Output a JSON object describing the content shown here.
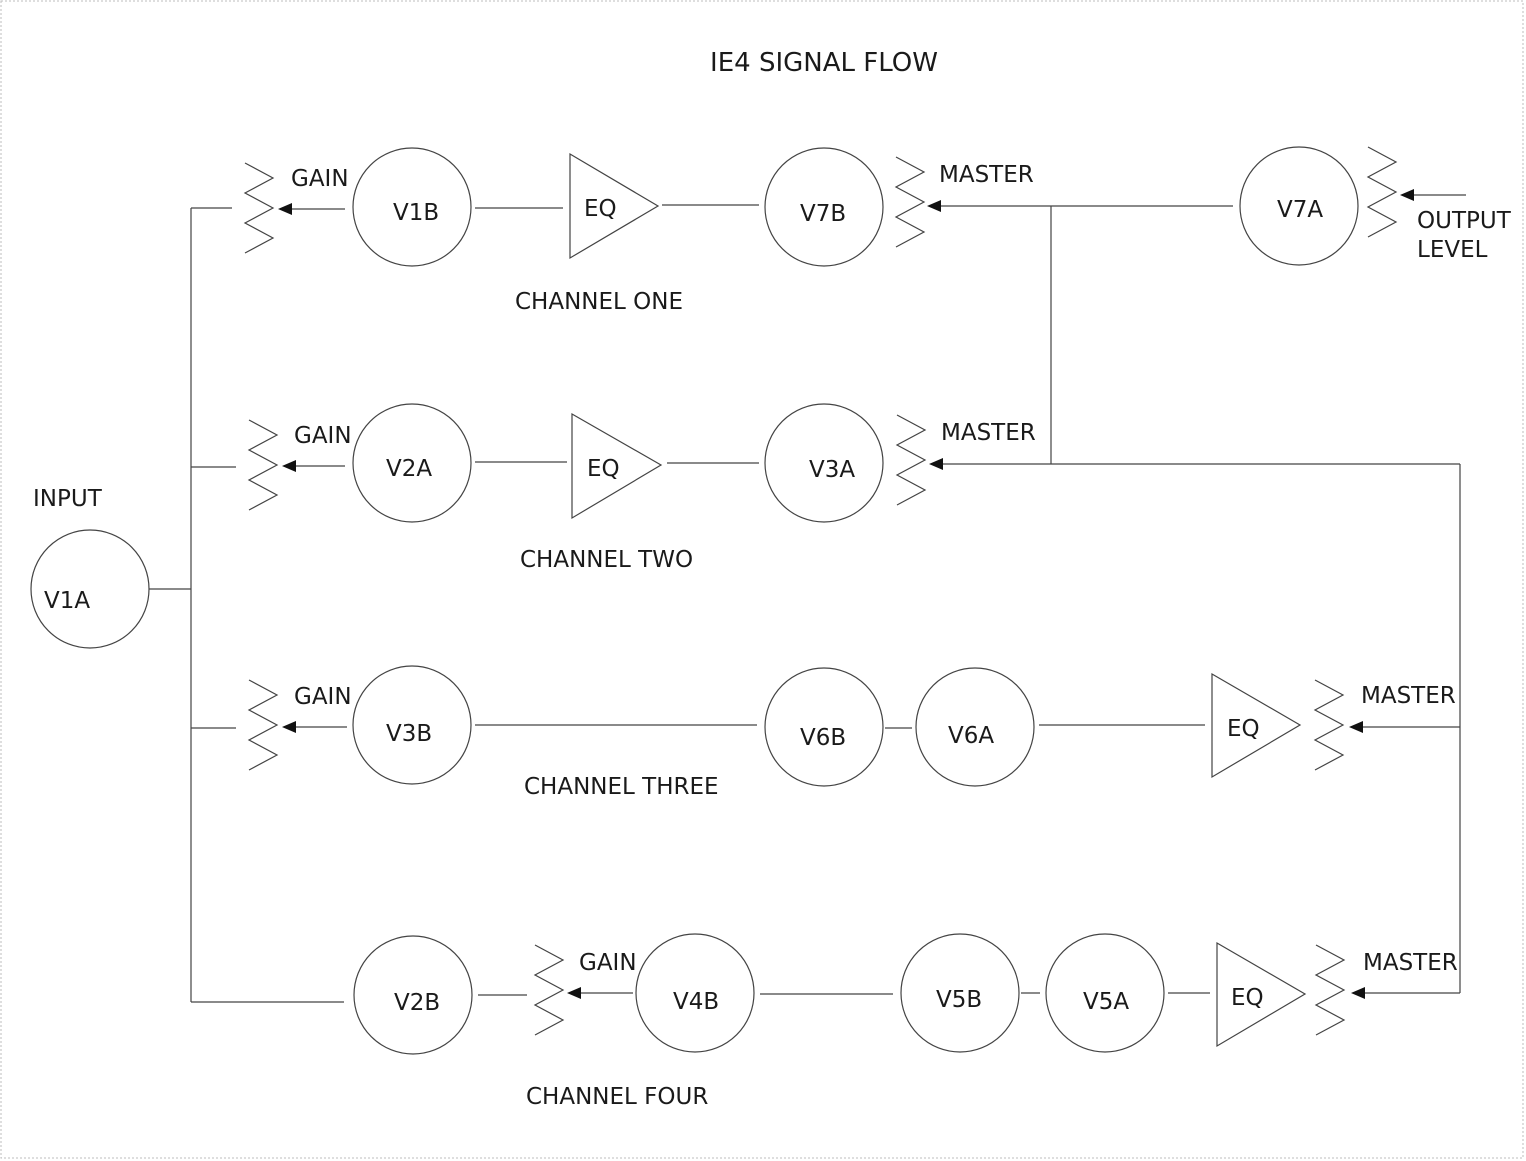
{
  "title": "IE4 SIGNAL FLOW",
  "labels": {
    "input": "INPUT",
    "gain": "GAIN",
    "master": "MASTER",
    "eq": "EQ",
    "output_line1": "OUTPUT",
    "output_line2": "LEVEL"
  },
  "channels": {
    "one": "CHANNEL ONE",
    "two": "CHANNEL TWO",
    "three": "CHANNEL THREE",
    "four": "CHANNEL FOUR"
  },
  "tubes": {
    "v1a": "V1A",
    "v1b": "V1B",
    "v7b": "V7B",
    "v7a": "V7A",
    "v2a": "V2A",
    "v3a": "V3A",
    "v3b": "V3B",
    "v6b": "V6B",
    "v6a": "V6A",
    "v2b": "V2B",
    "v4b": "V4B",
    "v5b": "V5B",
    "v5a": "V5A"
  }
}
